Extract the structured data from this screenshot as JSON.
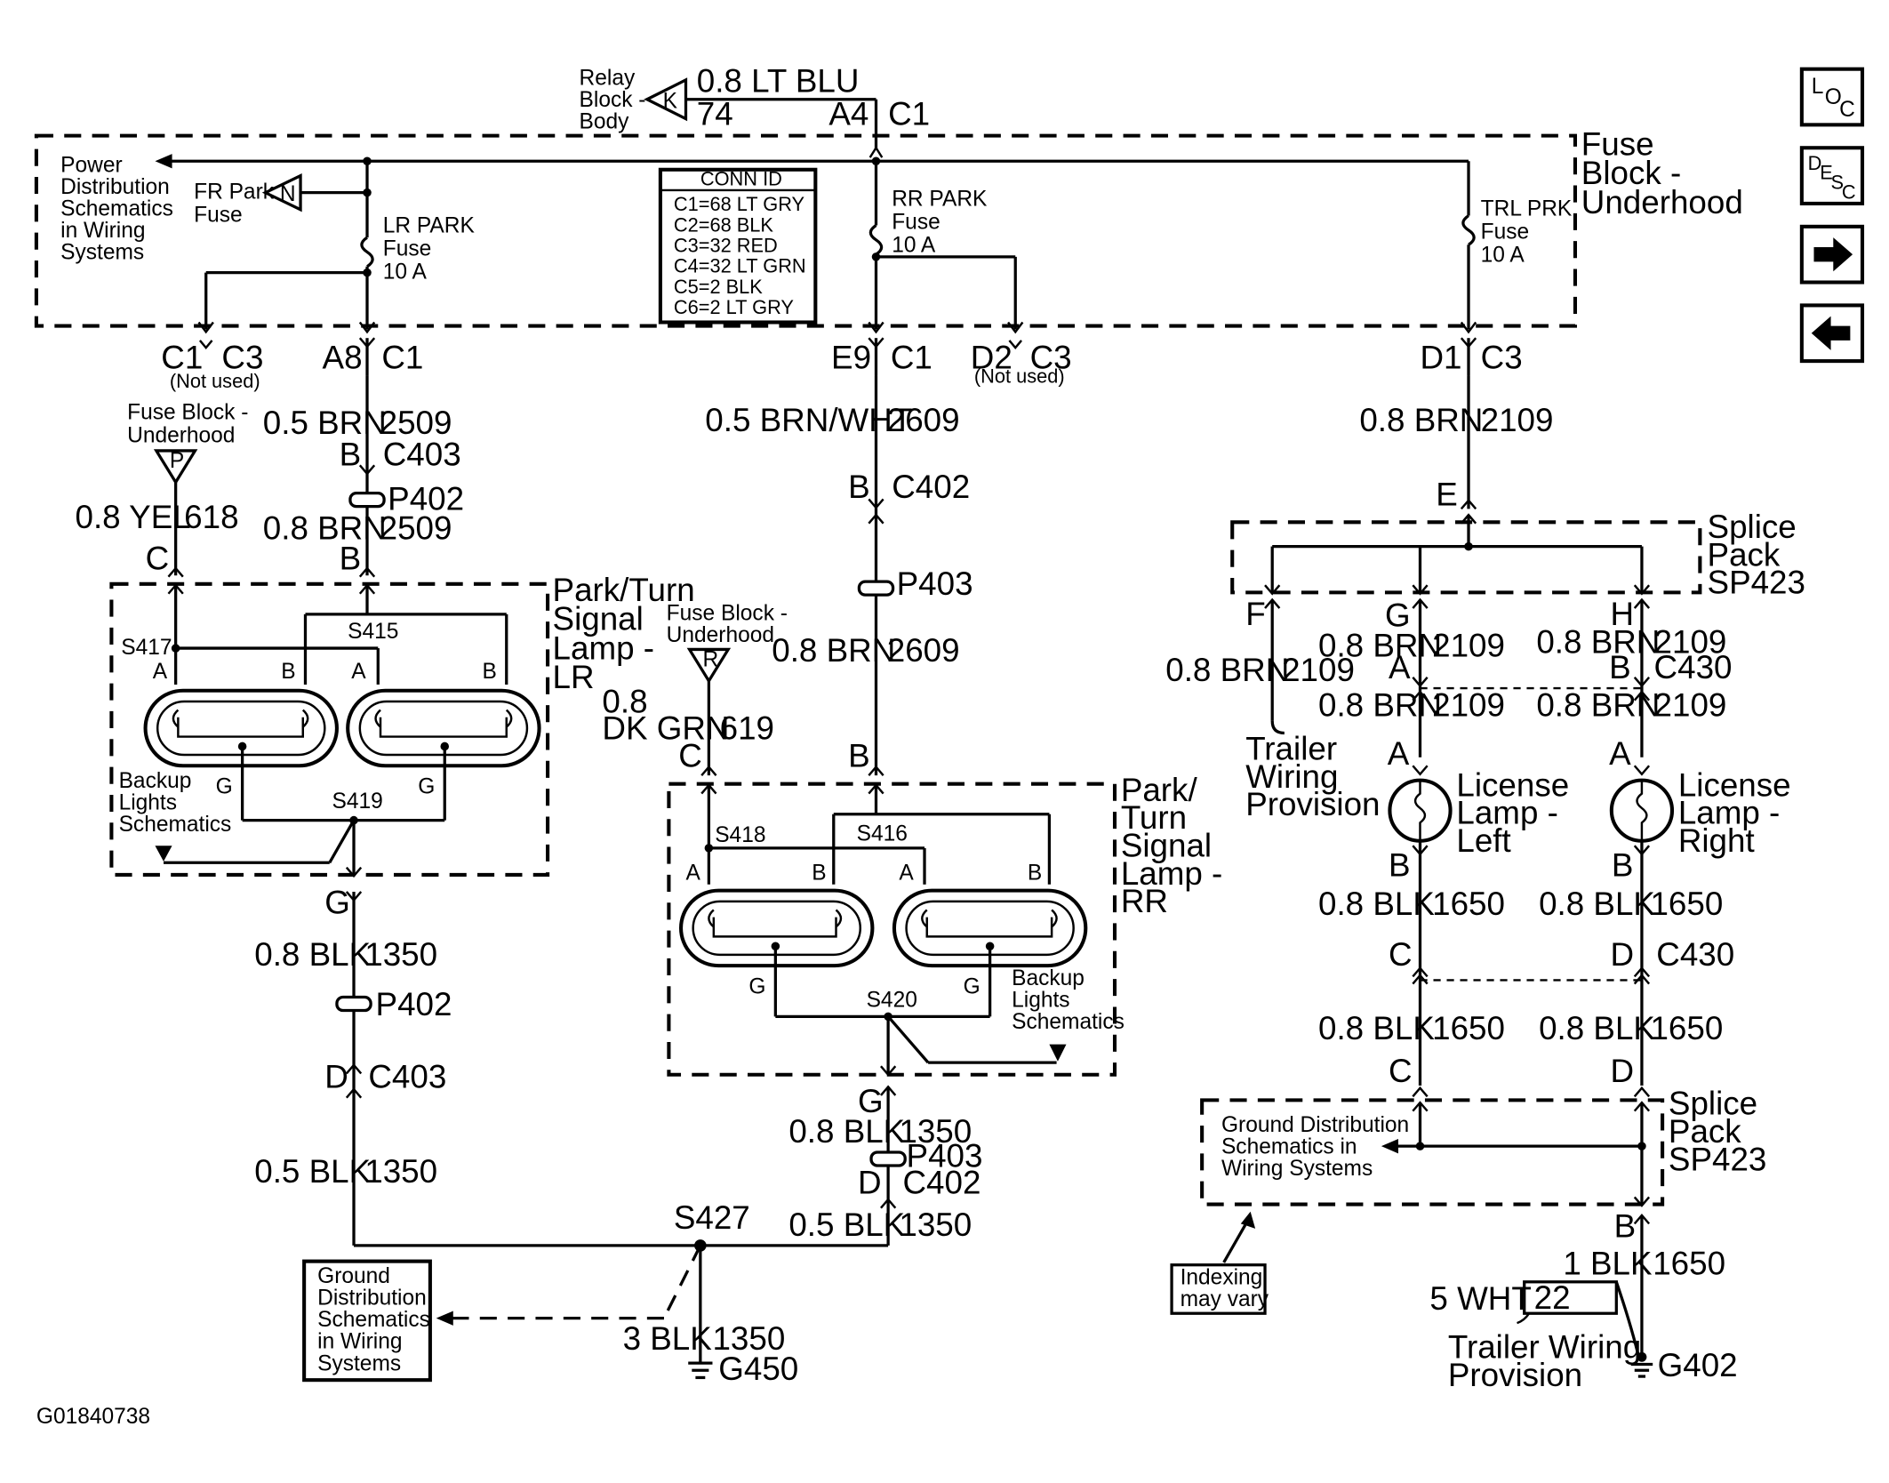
{
  "relay_block": {
    "label_lines": [
      "Relay",
      "Block -",
      "Body"
    ],
    "connector_letter": "K",
    "wire": "0.8 LT BLU",
    "circuit": "74",
    "pin": "A4",
    "conn": "C1"
  },
  "fuse_block": {
    "label_lines": [
      "Fuse",
      "Block -",
      "Underhood"
    ]
  },
  "power_dist": {
    "label_lines": [
      "Power",
      "Distribution",
      "Schematics",
      "in Wiring",
      "Systems"
    ]
  },
  "fr_park_fuse": {
    "label_lines": [
      "FR Park",
      "Fuse"
    ],
    "letter": "N"
  },
  "lr_park_fuse": {
    "label_lines": [
      "LR PARK",
      "Fuse",
      "10 A"
    ]
  },
  "rr_park_fuse": {
    "label_lines": [
      "RR PARK",
      "Fuse",
      "10 A"
    ]
  },
  "trl_prk_fuse": {
    "label_lines": [
      "TRL PRK",
      "Fuse",
      "10 A"
    ]
  },
  "conn_id": {
    "title": "CONN ID",
    "rows": [
      "C1=68 LT GRY",
      "C2=68 BLK",
      "C3=32 RED",
      "C4=32 LT GRN",
      "C5=2 BLK",
      "C6=2 LT GRY"
    ]
  },
  "fuse_connectors": {
    "c1_c3_left": "C1",
    "c3_left": "C3",
    "not_used_left": "(Not used)",
    "a8": "A8",
    "c1_a8": "C1",
    "e9": "E9",
    "c1_e9": "C1",
    "d2": "D2",
    "c3_d2": "C3",
    "not_used_right": "(Not used)",
    "d1": "D1",
    "c3_d1": "C3"
  },
  "lr_branch": {
    "fuse_block_lines": [
      "Fuse Block -",
      "Underhood"
    ],
    "fuse_letter": "P",
    "wire1": "0.5 BRN",
    "circ1": "2509",
    "pin_b": "B",
    "c403": "C403",
    "p402": "P402",
    "wire2": "0.8 BRN",
    "circ2": "2509",
    "pin_b2": "B",
    "yel_wire": "0.8 YEL",
    "yel_circ": "618",
    "pin_c": "C"
  },
  "lamp_lr": {
    "label_lines": [
      "Park/Turn",
      "Signal",
      "Lamp -",
      "LR"
    ],
    "s417": "S417",
    "s415": "S415",
    "s419": "S419",
    "pin_a1": "A",
    "pin_b1": "B",
    "pin_a2": "A",
    "pin_b2": "B",
    "pin_g1": "G",
    "pin_g2": "G",
    "backup_lines": [
      "Backup",
      "Lights",
      "Schematics"
    ]
  },
  "lr_ground": {
    "pin_g": "G",
    "wire1": "0.8 BLK",
    "circ1": "1350",
    "p402": "P402",
    "pin_d": "D",
    "c403": "C403",
    "wire2": "0.5 BLK",
    "circ2": "1350"
  },
  "rr_branch": {
    "wire1": "0.5 BRN/WHT",
    "circ1": "2609",
    "pin_b": "B",
    "c402": "C402",
    "p403": "P403",
    "wire2": "0.8 BRN",
    "circ2": "2609",
    "pin_b2": "B",
    "fuse_block_lines": [
      "Fuse Block -",
      "Underhood"
    ],
    "fuse_letter": "R",
    "grn_wire_lines": [
      "0.8",
      "DK GRN"
    ],
    "grn_circ": "619",
    "pin_c": "C"
  },
  "lamp_rr": {
    "label_lines": [
      "Park/",
      "Turn",
      "Signal",
      "Lamp -",
      "RR"
    ],
    "s418": "S418",
    "s416": "S416",
    "s420": "S420",
    "pin_a1": "A",
    "pin_b1": "B",
    "pin_a2": "A",
    "pin_b2": "B",
    "pin_g1": "G",
    "pin_g2": "G",
    "backup_lines": [
      "Backup",
      "Lights",
      "Schematics"
    ]
  },
  "rr_ground": {
    "pin_g": "G",
    "wire1": "0.8 BLK",
    "circ1": "1350",
    "p403": "P403",
    "pin_d": "D",
    "c402": "C402",
    "wire2": "0.5 BLK",
    "circ2": "1350"
  },
  "ground_main": {
    "s427": "S427",
    "wire": "3 BLK",
    "circ": "1350",
    "g450": "G450",
    "gd_lines": [
      "Ground",
      "Distribution",
      "Schematics",
      "in Wiring",
      "Systems"
    ]
  },
  "trl_branch": {
    "wire": "0.8 BRN",
    "circ": "2109",
    "pin_e": "E",
    "splice_lines": [
      "Splice",
      "Pack",
      "SP423"
    ],
    "pin_f": "F",
    "pin_g": "G",
    "pin_h": "H",
    "f_wire": "0.8 BRN",
    "f_circ": "2109",
    "g_wire": "0.8 BRN",
    "g_circ": "2109",
    "g_pin_a": "A",
    "h_wire": "0.8 BRN",
    "h_circ": "2109",
    "h_pin_b": "B",
    "c430": "C430",
    "l_wire": "0.8 BRN",
    "l_circ": "2109",
    "r_wire": "0.8 BRN",
    "r_circ": "2109",
    "trailer_lines": [
      "Trailer",
      "Wiring",
      "Provision"
    ]
  },
  "license": {
    "left_lines": [
      "License",
      "Lamp -",
      "Left"
    ],
    "right_lines": [
      "License",
      "Lamp -",
      "Right"
    ],
    "l_pin_a": "A",
    "l_pin_b": "B",
    "r_pin_a": "A",
    "r_pin_b": "B",
    "l_wire1": "0.8 BLK",
    "l_circ1": "1650",
    "r_wire1": "0.8 BLK",
    "r_circ1": "1650",
    "pin_c": "C",
    "pin_d": "D",
    "c430": "C430",
    "l_wire2": "0.8 BLK",
    "l_circ2": "1650",
    "r_wire2": "0.8 BLK",
    "r_circ2": "1650",
    "pin_c2": "C",
    "pin_d2": "D"
  },
  "splice_lower": {
    "label_lines": [
      "Splice",
      "Pack",
      "SP423"
    ],
    "gd_lines": [
      "Ground Distribution",
      "Schematics in",
      "Wiring Systems"
    ],
    "indexing_lines": [
      "Indexing",
      "may vary"
    ],
    "pin_b": "B",
    "wire": "1 BLK",
    "circ": "1650",
    "wht_wire": "5 WHT",
    "wht_circ": "22",
    "trailer_lines": [
      "Trailer Wiring",
      "Provision"
    ],
    "g402": "G402"
  },
  "nav": {
    "loc_icon": "LOC",
    "desc_icon": "DESC",
    "forward_icon": "arrow-right",
    "back_icon": "arrow-left"
  },
  "figure_id": "G01840738"
}
